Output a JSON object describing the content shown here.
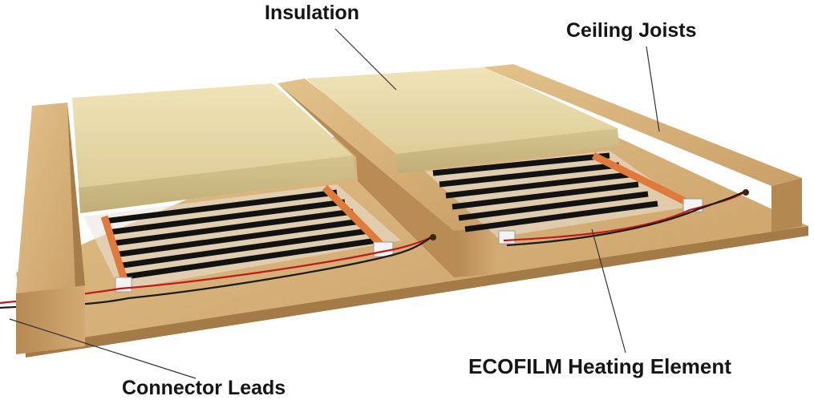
{
  "labels": {
    "insulation": "Insulation",
    "ceiling_joists": "Ceiling Joists",
    "heating_element": "ECOFILM Heating Element",
    "connector_leads": "Connector Leads"
  },
  "colors": {
    "wood_light": "#d9b57e",
    "wood_mid": "#c49a62",
    "wood_dark": "#9f7645",
    "insulation_top": "#e9dcae",
    "insulation_side": "#cdbb86",
    "film_stripe": "#121212",
    "film_bus": "#e07a3a",
    "wire_red": "#c0191b",
    "wire_black": "#1a1a1a"
  }
}
